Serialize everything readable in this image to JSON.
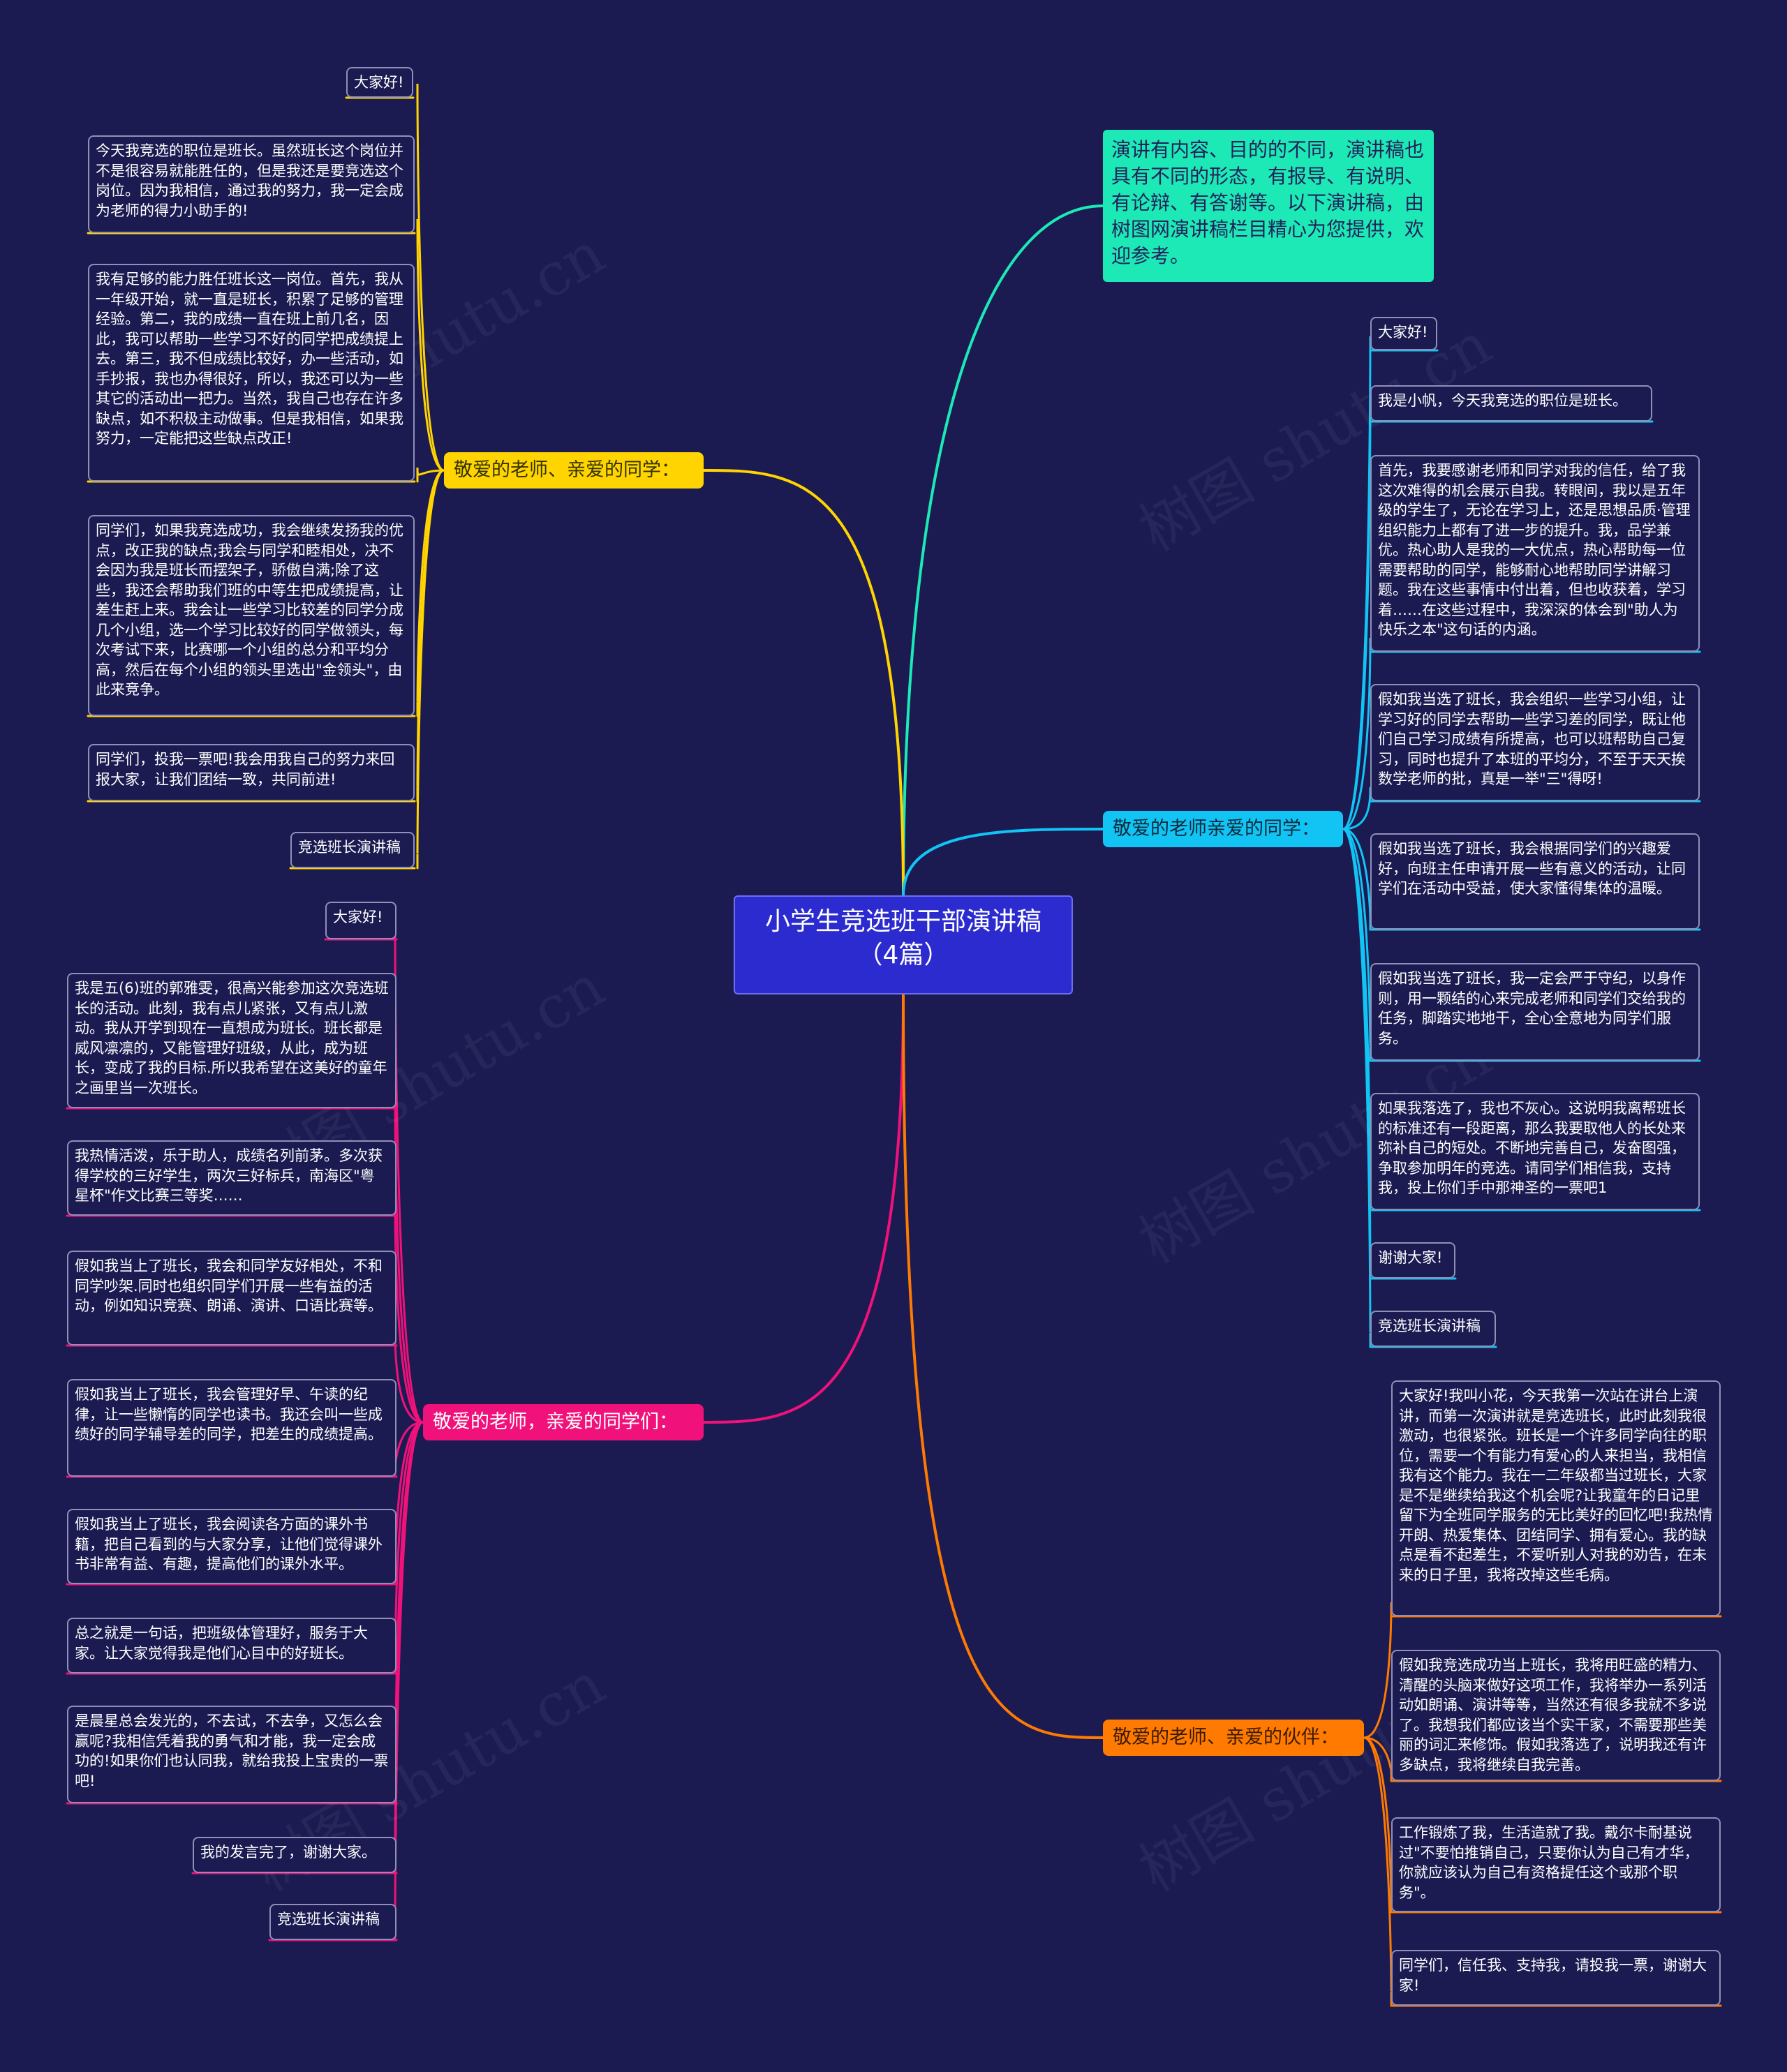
{
  "root": {
    "title": "小学生竞选班干部演讲稿（4篇）"
  },
  "intro": {
    "text": "演讲有内容、目的的不同，演讲稿也具有不同的形态，有报导、有说明、有论辩、有答谢等。以下演讲稿，由树图网演讲稿栏目精心为您提供，欢迎参考。"
  },
  "colors": {
    "background": "#1b1b52",
    "root": "#2b2bd0",
    "intro": "#1de9b6",
    "yellow_branch": "#ffd400",
    "blue_branch": "#12c4f4",
    "pink_branch": "#f0127a",
    "orange_branch": "#ff7a00"
  },
  "branches": [
    {
      "label": "敬爱的老师、亲爱的同学：",
      "color": "#ffd400",
      "leaves": [
        "大家好!",
        "今天我竞选的职位是班长。虽然班长这个岗位并不是很容易就能胜任的，但是我还是要竞选这个岗位。因为我相信，通过我的努力，我一定会成为老师的得力小助手的!",
        "我有足够的能力胜任班长这一岗位。首先，我从一年级开始，就一直是班长，积累了足够的管理经验。第二，我的成绩一直在班上前几名，因此，我可以帮助一些学习不好的同学把成绩提上去。第三，我不但成绩比较好，办一些活动，如手抄报，我也办得很好，所以，我还可以为一些其它的活动出一把力。当然，我自己也存在许多缺点，如不积极主动做事。但是我相信，如果我努力，一定能把这些缺点改正!",
        "同学们，如果我竞选成功，我会继续发扬我的优点，改正我的缺点;我会与同学和睦相处，决不会因为我是班长而摆架子，骄傲自满;除了这些，我还会帮助我们班的中等生把成绩提高，让差生赶上来。我会让一些学习比较差的同学分成几个小组，选一个学习比较好的同学做领头，每次考试下来，比赛哪一个小组的总分和平均分高，然后在每个小组的领头里选出\"金领头\"，由此来竞争。",
        "同学们，投我一票吧!我会用我自己的努力来回报大家，让我们团结一致，共同前进!",
        "竞选班长演讲稿"
      ]
    },
    {
      "label": "敬爱的老师亲爱的同学：",
      "color": "#12c4f4",
      "leaves": [
        "大家好!",
        "我是小帆，今天我竞选的职位是班长。",
        "首先，我要感谢老师和同学对我的信任，给了我这次难得的机会展示自我。转眼间，我以是五年级的学生了，无论在学习上，还是思想品质·管理组织能力上都有了进一步的提升。我，品学兼优。热心助人是我的一大优点，热心帮助每一位需要帮助的同学，能够耐心地帮助同学讲解习题。我在这些事情中付出着，但也收获着，学习着……在这些过程中，我深深的体会到\"助人为快乐之本\"这句话的内涵。",
        "假如我当选了班长，我会组织一些学习小组，让学习好的同学去帮助一些学习差的同学，既让他们自己学习成绩有所提高，也可以班帮助自己复习，同时也提升了本班的平均分，不至于天天挨数学老师的批，真是一举\"三\"得呀!",
        "假如我当选了班长，我会根据同学们的兴趣爱好，向班主任申请开展一些有意义的活动，让同学们在活动中受益，使大家懂得集体的温暖。",
        "假如我当选了班长，我一定会严于守纪，以身作则，用一颗结的心来完成老师和同学们交给我的任务，脚踏实地地干，全心全意地为同学们服务。",
        "如果我落选了，我也不灰心。这说明我离帮班长的标准还有一段距离，那么我要取他人的长处来弥补自己的短处。不断地完善自己，发奋图强，争取参加明年的竞选。请同学们相信我，支持我，投上你们手中那神圣的一票吧1",
        "谢谢大家!",
        "竞选班长演讲稿"
      ]
    },
    {
      "label": "敬爱的老师，亲爱的同学们：",
      "color": "#f0127a",
      "leaves": [
        "大家好!",
        "我是五(6)班的郭雅雯，很高兴能参加这次竞选班长的活动。此刻，我有点儿紧张，又有点儿激动。我从开学到现在一直想成为班长。班长都是威风凛凛的，又能管理好班级，从此，成为班长，变成了我的目标.所以我希望在这美好的童年之画里当一次班长。",
        "我热情活泼，乐于助人，成绩名列前茅。多次获得学校的三好学生，两次三好标兵，南海区\"粤星杯\"作文比赛三等奖……",
        "假如我当上了班长，我会和同学友好相处，不和同学吵架.同时也组织同学们开展一些有益的活动，例如知识竞赛、朗诵、演讲、口语比赛等。",
        "假如我当上了班长，我会管理好早、午读的纪律，让一些懒惰的同学也读书。我还会叫一些成绩好的同学辅导差的同学，把差生的成绩提高。",
        "假如我当上了班长，我会阅读各方面的课外书籍，把自己看到的与大家分享，让他们觉得课外书非常有益、有趣，提高他们的课外水平。",
        "总之就是一句话，把班级体管理好，服务于大家。让大家觉得我是他们心目中的好班长。",
        "是晨星总会发光的，不去试，不去争，又怎么会赢呢?我相信凭着我的勇气和才能，我一定会成功的!如果你们也认同我，就给我投上宝贵的一票吧!",
        "我的发言完了，谢谢大家。",
        "竞选班长演讲稿"
      ]
    },
    {
      "label": "敬爱的老师、亲爱的伙伴：",
      "color": "#ff7a00",
      "leaves": [
        "大家好!我叫小花，今天我第一次站在讲台上演讲，而第一次演讲就是竞选班长，此时此刻我很激动，也很紧张。班长是一个许多同学向往的职位，需要一个有能力有爱心的人来担当，我相信我有这个能力。我在一二年级都当过班长，大家是不是继续给我这个机会呢?让我童年的日记里留下为全班同学服务的无比美好的回忆吧!我热情开朗、热爱集体、团结同学、拥有爱心。我的缺点是看不起差生，不爱听别人对我的劝告，在未来的日子里，我将改掉这些毛病。",
        "假如我竞选成功当上班长，我将用旺盛的精力、清醒的头脑来做好这项工作，我将举办一系列活动如朗诵、演讲等等，当然还有很多我就不多说了。我想我们都应该当个实干家，不需要那些美丽的词汇来修饰。假如我落选了，说明我还有许多缺点，我将继续自我完善。",
        "工作锻炼了我，生活造就了我。戴尔卡耐基说过\"不要怕推销自己，只要你认为自己有才华，你就应该认为自己有资格提任这个或那个职务\"。",
        "同学们，信任我、支持我，请投我一票，谢谢大家!"
      ]
    }
  ]
}
